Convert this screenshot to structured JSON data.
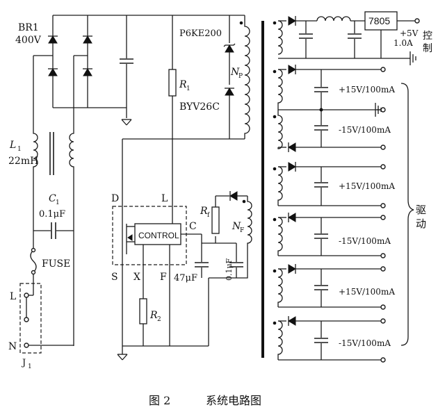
{
  "bridge": {
    "name": "BR1",
    "voltage": "400V"
  },
  "inductor_l1": {
    "name": "L",
    "sub": "1",
    "value": "22mH"
  },
  "cap_c1": {
    "name": "C",
    "sub": "1",
    "value": "0.1μF"
  },
  "fuse": {
    "label": "FUSE"
  },
  "connector": {
    "l": "L",
    "n": "N",
    "j": "J",
    "jsub": "1"
  },
  "tvs": {
    "label": "P6KE200"
  },
  "diode_byv": {
    "label": "BYV26C"
  },
  "r1": {
    "name": "R",
    "sub": "1"
  },
  "np": {
    "name": "N",
    "sub": "P"
  },
  "controller": {
    "label": "CONTROL",
    "pin_d": "D",
    "pin_l": "L",
    "pin_c": "C",
    "pin_s": "S",
    "pin_x": "X",
    "pin_f": "F"
  },
  "r2": {
    "name": "R",
    "sub": "2"
  },
  "rf": {
    "name": "R",
    "sub": "f"
  },
  "nf": {
    "name": "N",
    "sub": "F"
  },
  "cap_47": {
    "value": "47μF"
  },
  "cap_01b": {
    "value": "0.1μF"
  },
  "regulator": {
    "label": "7805",
    "out1": "+5V",
    "out2": "1.0A"
  },
  "control_group": {
    "c1": "控",
    "c2": "制"
  },
  "drive_group": {
    "c1": "驱",
    "c2": "动"
  },
  "outputs": [
    "+15V/100mA",
    "-15V/100mA",
    "+15V/100mA",
    "-15V/100mA",
    "+15V/100mA",
    "-15V/100mA"
  ],
  "caption": {
    "fig": "图 2",
    "title": "系统电路图"
  }
}
